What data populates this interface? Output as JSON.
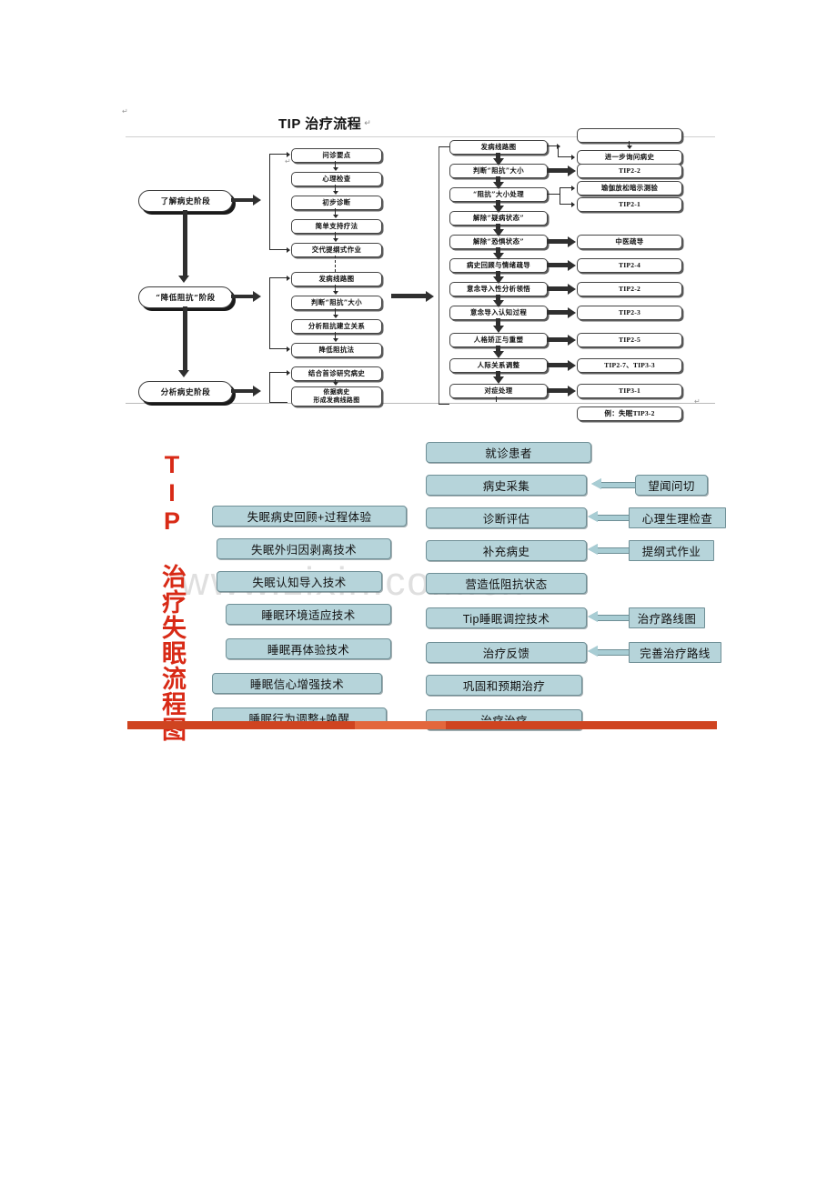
{
  "document": {
    "watermark": "www.zixin.com.cn",
    "accent_orange": "#cf4420",
    "accent_red": "#d82a16",
    "box_blue": "#b6d4da"
  },
  "diagram1": {
    "title": "TIP 治疗流程",
    "pilcrow": "↵",
    "stray_mark_1": "↵",
    "stray_mark_2": "↵",
    "stray_mark_3": "↵",
    "stages": [
      {
        "label": "了解病史阶段"
      },
      {
        "label": "“降低阻抗”阶段"
      },
      {
        "label": "分析病史阶段"
      }
    ],
    "middle_column": [
      {
        "label": "问诊要点"
      },
      {
        "label": "心理检查"
      },
      {
        "label": "初步诊断"
      },
      {
        "label": "简单支持疗法"
      },
      {
        "label": "交代提纲式作业"
      },
      {
        "label": "发病线路图"
      },
      {
        "label": "判断“阻抗”大小"
      },
      {
        "label": "分析阻抗建立关系"
      },
      {
        "label": "降低阻抗法"
      },
      {
        "label": "结合首诊研究病史"
      },
      {
        "label": "依据病史\n形成发病线路图",
        "line1": "依据病史",
        "line2": "形成发病线路图"
      }
    ],
    "right_column": [
      {
        "label": "发病线路图"
      },
      {
        "label": "判断“阻抗”大小"
      },
      {
        "label": "“阻抗”大小处理"
      },
      {
        "label": "解除“疑病状态”"
      },
      {
        "label": "解除“恐惧状态”"
      },
      {
        "label": "病史回顾与情绪疏导"
      },
      {
        "label": "意念导入性分析领悟"
      },
      {
        "label": "意念导入认知过程"
      },
      {
        "label": "人格矫正与重塑"
      },
      {
        "label": "人际关系调整"
      },
      {
        "label": "对症处理"
      }
    ],
    "far_right_column": [
      {
        "label": "进一步询问病史"
      },
      {
        "label": "TIP2-2"
      },
      {
        "label": "瑜伽放松暗示测验"
      },
      {
        "label": "TIP2-1"
      },
      {
        "label": "中医疏导"
      },
      {
        "label": "TIP2-4"
      },
      {
        "label": "TIP2-2"
      },
      {
        "label": "TIP2-3"
      },
      {
        "label": "TIP2-5"
      },
      {
        "label": "TIP2-7、TIP3-3"
      },
      {
        "label": "TIP3-1"
      },
      {
        "label": "例：失眠TIP3-2"
      }
    ]
  },
  "diagram2": {
    "vertical_title": "TIP 治疗失眠流程图",
    "left_column": [
      {
        "label": "失眠病史回顾+过程体验"
      },
      {
        "label": "失眠外归因剥离技术"
      },
      {
        "label": "失眠认知导入技术"
      },
      {
        "label": "睡眠环境适应技术"
      },
      {
        "label": "睡眠再体验技术"
      },
      {
        "label": "睡眠信心增强技术"
      },
      {
        "label": "睡眠行为调整+唤醒"
      }
    ],
    "center_column": [
      {
        "label": "就诊患者"
      },
      {
        "label": "病史采集"
      },
      {
        "label": "诊断评估"
      },
      {
        "label": "补充病史"
      },
      {
        "label": "营造低阻抗状态"
      },
      {
        "label": "Tip睡眠调控技术"
      },
      {
        "label": "治疗反馈"
      },
      {
        "label": "巩固和预期治疗"
      },
      {
        "label": "治疗治疗"
      }
    ],
    "right_notes": [
      {
        "label": "望闻问切"
      },
      {
        "label": "心理生理检查"
      },
      {
        "label": "提纲式作业"
      },
      {
        "label": "治疗路线图"
      },
      {
        "label": "完善治疗路线"
      }
    ]
  }
}
